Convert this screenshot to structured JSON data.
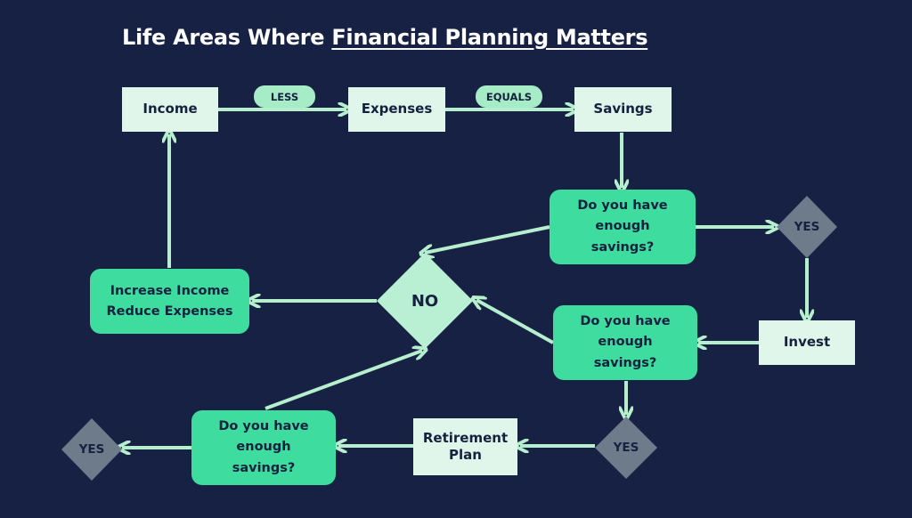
{
  "title": {
    "prefix": "Life Areas Where ",
    "highlight": "Financial Planning Matters"
  },
  "flow": {
    "income": "Income",
    "less": "LESS",
    "expenses": "Expenses",
    "equals": "EQUALS",
    "savings": "Savings",
    "question_1": "Do you have enough savings?",
    "yes_1": "YES",
    "no": "NO",
    "increase_reduce": "Increase Income\nReduce Expenses",
    "invest": "Invest",
    "question_2": "Do you have enough savings?",
    "yes_2": "YES",
    "retirement_plan": "Retirement Plan",
    "question_3": "Do you have enough savings?",
    "yes_3": "YES"
  },
  "colors": {
    "background": "#172143",
    "light_box": "#e0f6ea",
    "decision": "#3edc9e",
    "connector_label": "#a6ecc6",
    "diamond_no": "#b9f0d4",
    "diamond_yes": "#6e7b8b",
    "arrow": "#b5efce",
    "text_dark": "#16213f",
    "title_text": "#ffffff"
  }
}
